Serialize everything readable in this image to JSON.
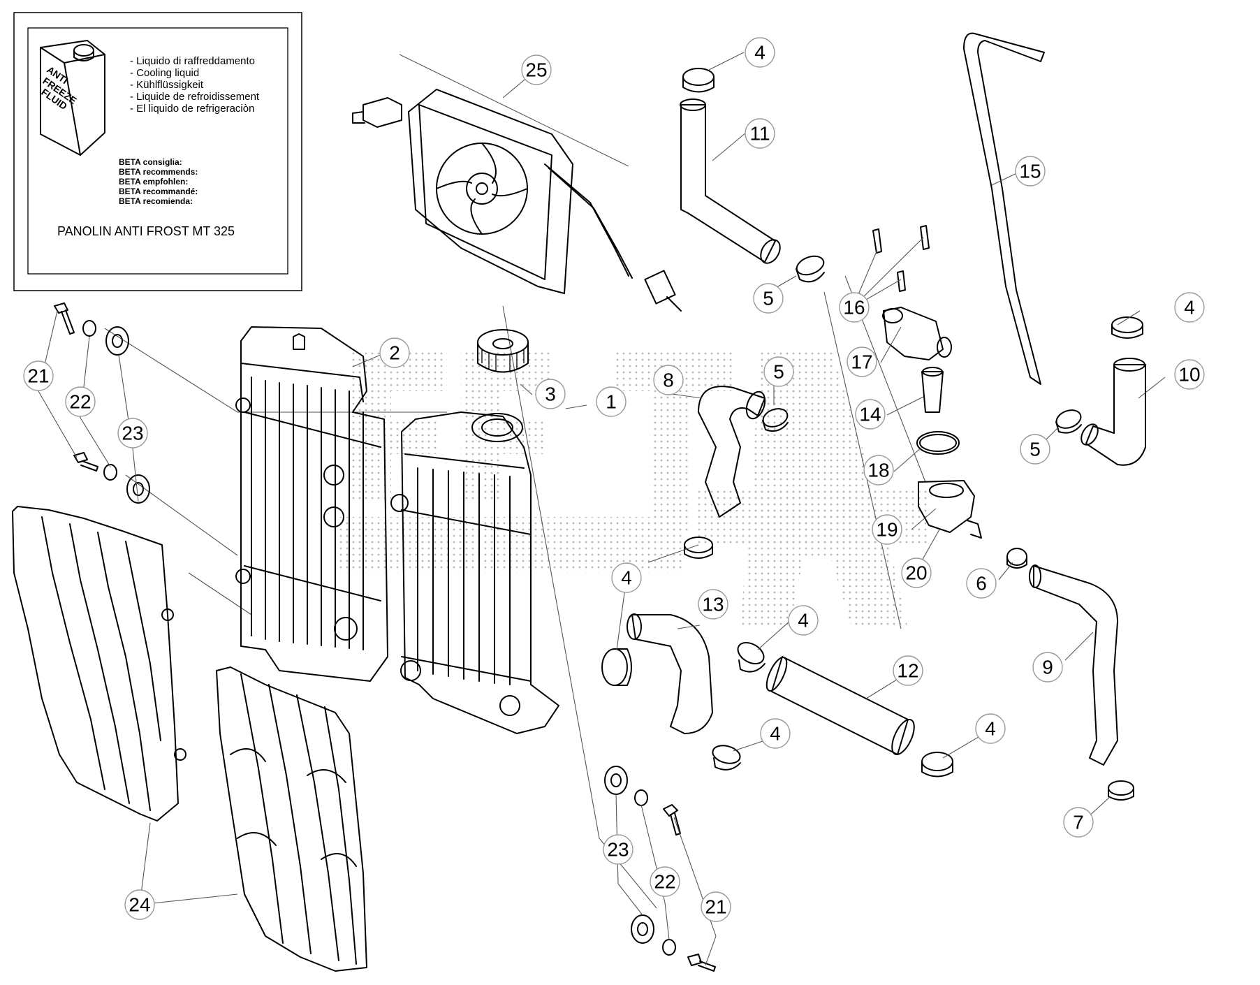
{
  "info_box": {
    "can_label": [
      "ANTI",
      "FREEZE",
      "FLUID"
    ],
    "coolant_names": [
      "- Liquido di raffreddamento",
      "- Cooling liquid",
      "- Kühlflüssigkeit",
      "- Liquide de refroidissement",
      "- El liquido de refrigeraciòn"
    ],
    "recommends": [
      "BETA consiglia:",
      "BETA recommends:",
      "BETA empfohlen:",
      "BETA recommandé:",
      "BETA recomienda:"
    ],
    "product": "PANOLIN ANTI FROST MT 325"
  },
  "callouts": [
    "1",
    "2",
    "3",
    "4",
    "4",
    "4",
    "4",
    "4",
    "4",
    "5",
    "5",
    "5",
    "6",
    "7",
    "8",
    "9",
    "10",
    "11",
    "12",
    "13",
    "14",
    "15",
    "16",
    "17",
    "18",
    "19",
    "20",
    "21",
    "21",
    "22",
    "22",
    "23",
    "23",
    "24",
    "25"
  ]
}
